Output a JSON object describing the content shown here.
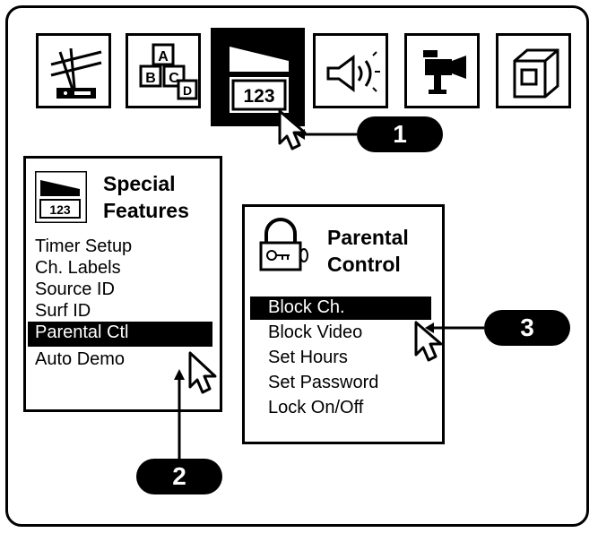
{
  "toolbar": {
    "icons": [
      "antenna-icon",
      "blocks-abc-icon",
      "special-features-icon",
      "speaker-icon",
      "camera-icon",
      "box-icon"
    ],
    "selected_icon_label": "123",
    "blocks_letters": [
      "A",
      "B",
      "C",
      "D"
    ]
  },
  "special_features": {
    "icon_label": "123",
    "title_line1": "Special",
    "title_line2": "Features",
    "items": [
      "Timer Setup",
      "Ch. Labels",
      "Source ID",
      "Surf ID",
      "Parental Ctl",
      "Auto Demo"
    ],
    "selected_index": 4
  },
  "parental_control": {
    "title_line1": "Parental",
    "title_line2": "Control",
    "items": [
      "Block Ch.",
      "Block Video",
      "Set Hours",
      "Set Password",
      "Lock On/Off"
    ],
    "selected_index": 0
  },
  "callouts": [
    "1",
    "2",
    "3"
  ]
}
